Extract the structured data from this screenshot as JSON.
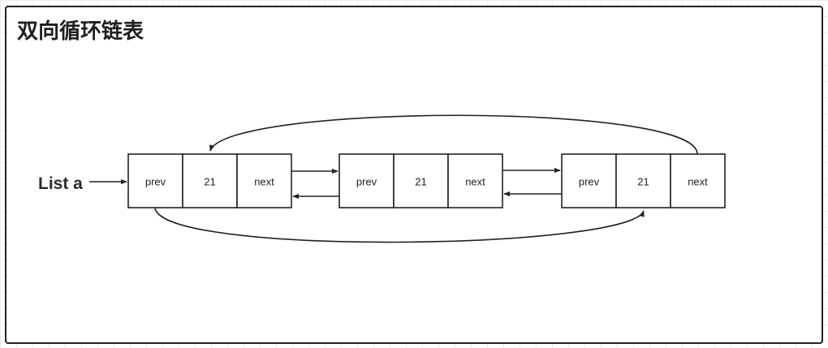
{
  "title": "双向循环链表",
  "list_label": "List a",
  "nodes": [
    {
      "cells": [
        "prev",
        "21",
        "next"
      ]
    },
    {
      "cells": [
        "prev",
        "21",
        "next"
      ]
    },
    {
      "cells": [
        "prev",
        "21",
        "next"
      ]
    }
  ],
  "colors": {
    "stroke": "#222222",
    "background": "#ffffff",
    "grid": "#ececec"
  }
}
